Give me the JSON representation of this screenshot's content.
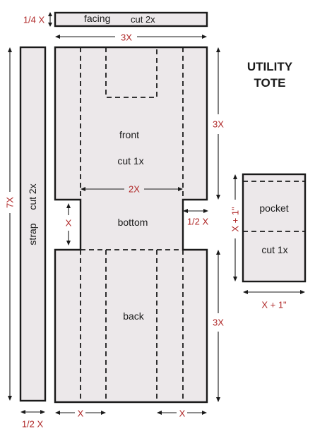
{
  "title": {
    "line1": "UTILITY",
    "line2": "TOTE"
  },
  "pieces": {
    "facing": {
      "name": "facing",
      "cut": "cut 2x"
    },
    "front": {
      "name": "front",
      "cut": "cut 1x"
    },
    "bottom": {
      "name": "bottom"
    },
    "back": {
      "name": "back"
    },
    "strap": {
      "name": "strap",
      "cut": "cut 2x"
    },
    "pocket": {
      "name": "pocket",
      "cut": "cut 1x"
    }
  },
  "dimensions": {
    "facing_height": "1/4 X",
    "top_width": "3X",
    "strap_length": "7X",
    "front_height": "3X",
    "inner_width": "2X",
    "bottom_height": "X",
    "side_notch": "1/2 X",
    "back_height": "3X",
    "pocket_height": "X + 1\"",
    "pocket_width": "X + 1\"",
    "strap_width": "1/2 X",
    "bottom_left": "X",
    "bottom_right": "X"
  },
  "colors": {
    "piece_fill": "#ece8ea",
    "dimension_text": "#b02a2a",
    "outline": "#1a1a1a"
  }
}
